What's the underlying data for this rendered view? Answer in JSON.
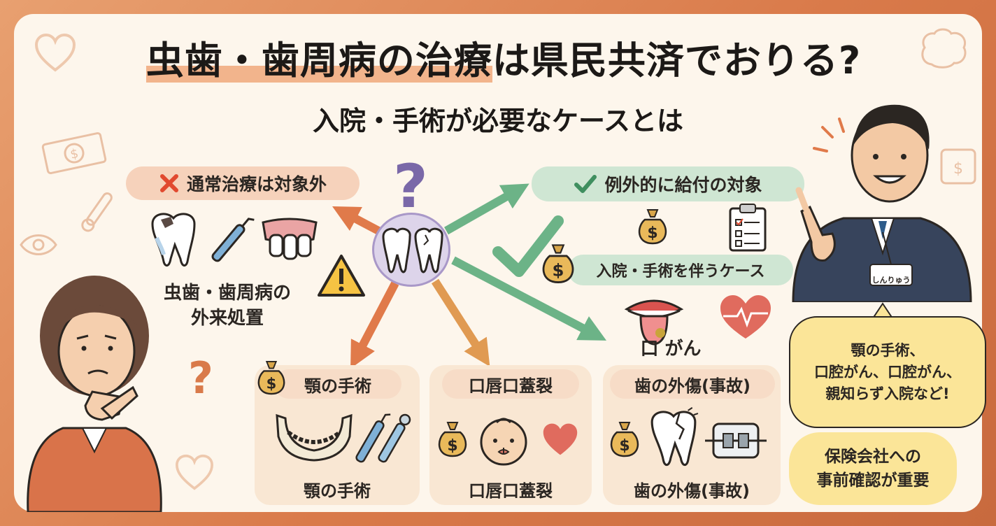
{
  "title": {
    "main_highlight": "虫歯・歯周病の治療",
    "main_rest": "は県民共済でおりる?",
    "subtitle": "入院・手術が必要なケースとは"
  },
  "not_covered": {
    "label": "通常治療は対象外",
    "caption_line1": "虫歯・歯周病の",
    "caption_line2": "外来処置"
  },
  "covered": {
    "label": "例外的に給付の対象",
    "sub_label": "入院・手術を伴うケース",
    "oral_cancer_label": "口  がん"
  },
  "cards": [
    {
      "title": "顎の手術",
      "caption": "顎の手術"
    },
    {
      "title": "口唇口蓋裂",
      "caption": "口唇口蓋裂"
    },
    {
      "title": "歯の外傷(事故)",
      "caption": "歯の外傷(事故)"
    }
  ],
  "speech_bubble": "顎の手術、\n口腔がん、口腔がん、\n親知らず入院など!",
  "note": "保険会社への\n事前確認が重要",
  "name_badge": "しんりゅう",
  "icons": {
    "question": "question-mark-icon",
    "cross": "cross-icon",
    "check": "check-icon",
    "warning": "warning-icon",
    "money_bag": "money-bag-icon"
  },
  "colors": {
    "background_orange": "#d97a4a",
    "panel": "#fdf6ec",
    "pill_orange": "#f6d2bb",
    "pill_green": "#cfe6d3",
    "arrow_orange": "#e07a4a",
    "arrow_green": "#6cb387",
    "bubble_yellow": "#fbe598",
    "question_purple": "#7a68a8"
  }
}
